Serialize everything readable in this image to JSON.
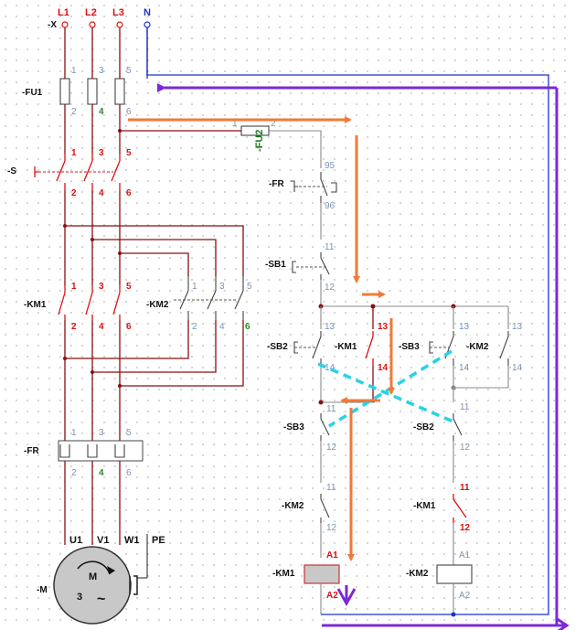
{
  "supply": {
    "terminal_block": "-X",
    "phases": [
      "L1",
      "L2",
      "L3"
    ],
    "neutral": "N",
    "pe": "PE"
  },
  "fu1": {
    "tag": "-FU1",
    "top_pins": [
      "1",
      "3",
      "5"
    ],
    "bottom_pins": [
      "2",
      "4",
      "6"
    ]
  },
  "switch_s": {
    "tag": "-S",
    "top_pins": [
      "1",
      "3",
      "5"
    ],
    "bottom_pins": [
      "2",
      "4",
      "6"
    ]
  },
  "km1_main": {
    "tag": "-KM1",
    "top_pins": [
      "1",
      "3",
      "5"
    ],
    "bottom_pins": [
      "2",
      "4",
      "6"
    ]
  },
  "km2_main": {
    "tag": "-KM2",
    "top_pins": [
      "1",
      "3",
      "5"
    ],
    "bottom_pins": [
      "2",
      "4",
      "6"
    ]
  },
  "fr_main": {
    "tag": "-FR",
    "top_pins": [
      "1",
      "3",
      "5"
    ],
    "bottom_pins": [
      "2",
      "4",
      "6"
    ]
  },
  "motor": {
    "tag": "-M",
    "letter": "M",
    "phases": "3",
    "ac_symbol": "~",
    "terminals": [
      "U1",
      "V1",
      "W1"
    ]
  },
  "control": {
    "fu2": {
      "tag": "-FU2",
      "pin_left": "1",
      "pin_right": "2"
    },
    "fr": {
      "tag": "-FR",
      "pin_top": "95",
      "pin_bottom": "96"
    },
    "sb1": {
      "tag": "-SB1",
      "pin_top": "11",
      "pin_bottom": "12"
    },
    "sb2_left": {
      "tag": "-SB2",
      "pin_top": "13",
      "pin_bottom": "14"
    },
    "km1_aux_left": {
      "tag": "-KM1",
      "pin_top": "13",
      "pin_bottom": "14"
    },
    "sb3_right": {
      "tag": "-SB3",
      "pin_top": "13",
      "pin_bottom": "14"
    },
    "km2_aux_right": {
      "tag": "-KM2",
      "pin_top": "13",
      "pin_bottom": "14"
    },
    "sb3_left_nc": {
      "tag": "-SB3",
      "pin_top": "11",
      "pin_bottom": "12"
    },
    "sb2_right_nc": {
      "tag": "-SB2",
      "pin_top": "11",
      "pin_bottom": "12"
    },
    "km2_interlock": {
      "tag": "-KM2",
      "pin_top": "11",
      "pin_bottom": "12"
    },
    "km1_interlock": {
      "tag": "-KM1",
      "pin_top": "11",
      "pin_bottom": "12"
    },
    "km1_coil": {
      "tag": "-KM1",
      "pin_top": "A1",
      "pin_bottom": "A2"
    },
    "km2_coil": {
      "tag": "-KM2",
      "pin_top": "A1",
      "pin_bottom": "A2"
    }
  },
  "colors": {
    "current_path": "#f07a3a",
    "return_path": "#7a2ad8",
    "interlock_dash": "#27d3e6",
    "energized": "#d11111",
    "neutral_wire": "#1a33cc"
  }
}
